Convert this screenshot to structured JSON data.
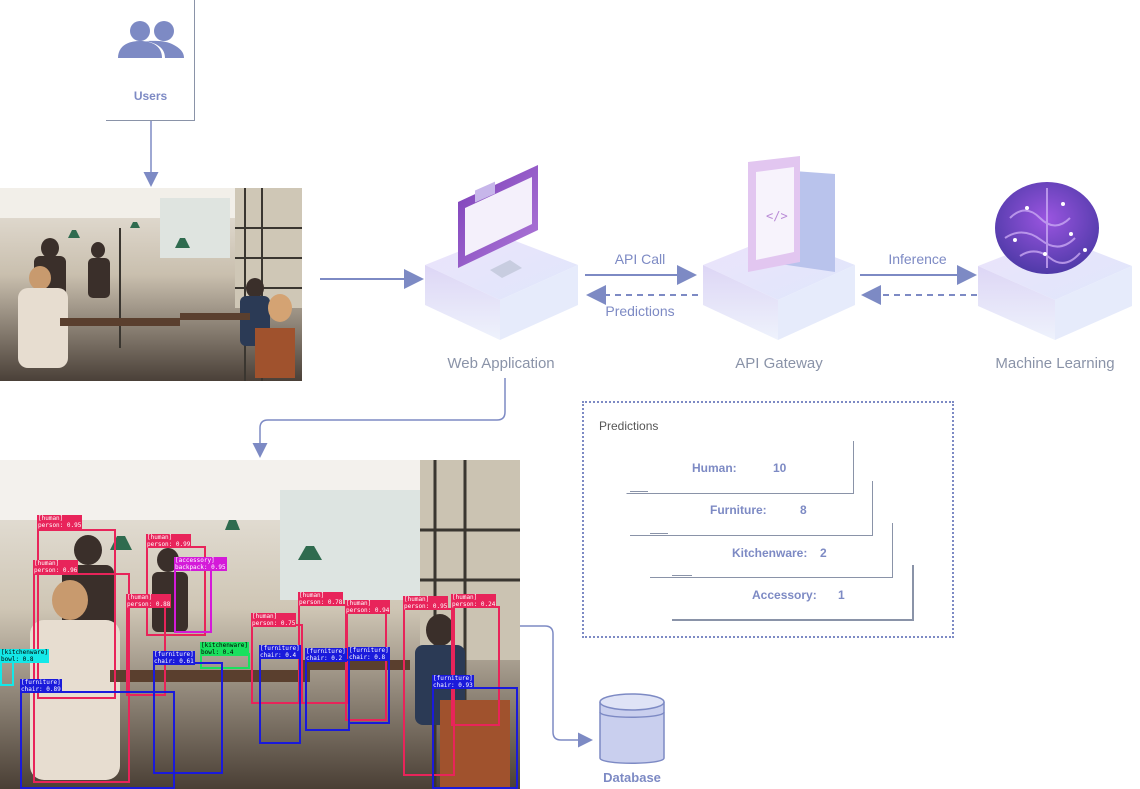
{
  "users": {
    "label": "Users",
    "icon": "users-icon"
  },
  "pipeline": {
    "web_app": "Web Application",
    "api_gateway": "API Gateway",
    "ml": "Machine Learning",
    "api_call": "API Call",
    "predictions": "Predictions",
    "inference": "Inference"
  },
  "predictions_panel": {
    "title": "Predictions",
    "rows": [
      {
        "label": "Human:",
        "value": "10"
      },
      {
        "label": "Furniture:",
        "value": "8"
      },
      {
        "label": "Kitchenware:",
        "value": "2"
      },
      {
        "label": "Accessory:",
        "value": "1"
      }
    ]
  },
  "database": {
    "label": "Database"
  },
  "colors": {
    "accent": "#7d8ac4",
    "human": "#e8245a",
    "furniture": "#1a1adb",
    "kitchenware": "#14e8e8",
    "accessory": "#d41ad9"
  },
  "detections": [
    {
      "tag": "[human]",
      "sub": "person: 0.95",
      "cls": "human"
    },
    {
      "tag": "[human]",
      "sub": "person: 0.99",
      "cls": "human"
    },
    {
      "tag": "[human]",
      "sub": "person: 0.96",
      "cls": "human"
    },
    {
      "tag": "[accessory]",
      "sub": "backpack: 0.95",
      "cls": "accessory"
    },
    {
      "tag": "[human]",
      "sub": "person: 0.88",
      "cls": "human"
    },
    {
      "tag": "[human]",
      "sub": "person: 0.78",
      "cls": "human"
    },
    {
      "tag": "[human]",
      "sub": "person: 0.94",
      "cls": "human"
    },
    {
      "tag": "[human]",
      "sub": "person: 0.95",
      "cls": "human"
    },
    {
      "tag": "[human]",
      "sub": "person: 0.24",
      "cls": "human"
    },
    {
      "tag": "[human]",
      "sub": "person: 0.75",
      "cls": "human"
    },
    {
      "tag": "[kitchenware]",
      "sub": "bowl: 0.8",
      "cls": "kitchenware"
    },
    {
      "tag": "[kitchenware]",
      "sub": "bowl: 0.4",
      "cls": "kitchenware"
    },
    {
      "tag": "[furniture]",
      "sub": "chair: 0.61",
      "cls": "furniture"
    },
    {
      "tag": "[furniture]",
      "sub": "chair: 0.4",
      "cls": "furniture"
    },
    {
      "tag": "[furniture]",
      "sub": "chair: 0.2",
      "cls": "furniture"
    },
    {
      "tag": "[furniture]",
      "sub": "chair: 0.8",
      "cls": "furniture"
    },
    {
      "tag": "[furniture]",
      "sub": "chair: 0.89",
      "cls": "furniture"
    },
    {
      "tag": "[furniture]",
      "sub": "chair: 0.93",
      "cls": "furniture"
    }
  ]
}
